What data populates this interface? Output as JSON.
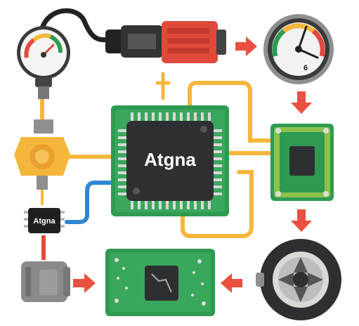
{
  "diagram": {
    "main_chip": {
      "label": "Atgna",
      "color": "#2e2f33",
      "board": "#2f9a52"
    },
    "small_chip": {
      "label": "Atgna"
    },
    "gauge_dial": {
      "value_text": "6"
    },
    "colors": {
      "red": "#e04a3c",
      "arrow": "#e9503f",
      "yellow_wire": "#f5b73b",
      "blue_wire": "#2f86d1",
      "pcb_green": "#2f9a52",
      "pcb_light": "#8bc34a"
    },
    "arrows": [
      "right",
      "down",
      "down",
      "left",
      "right"
    ]
  }
}
